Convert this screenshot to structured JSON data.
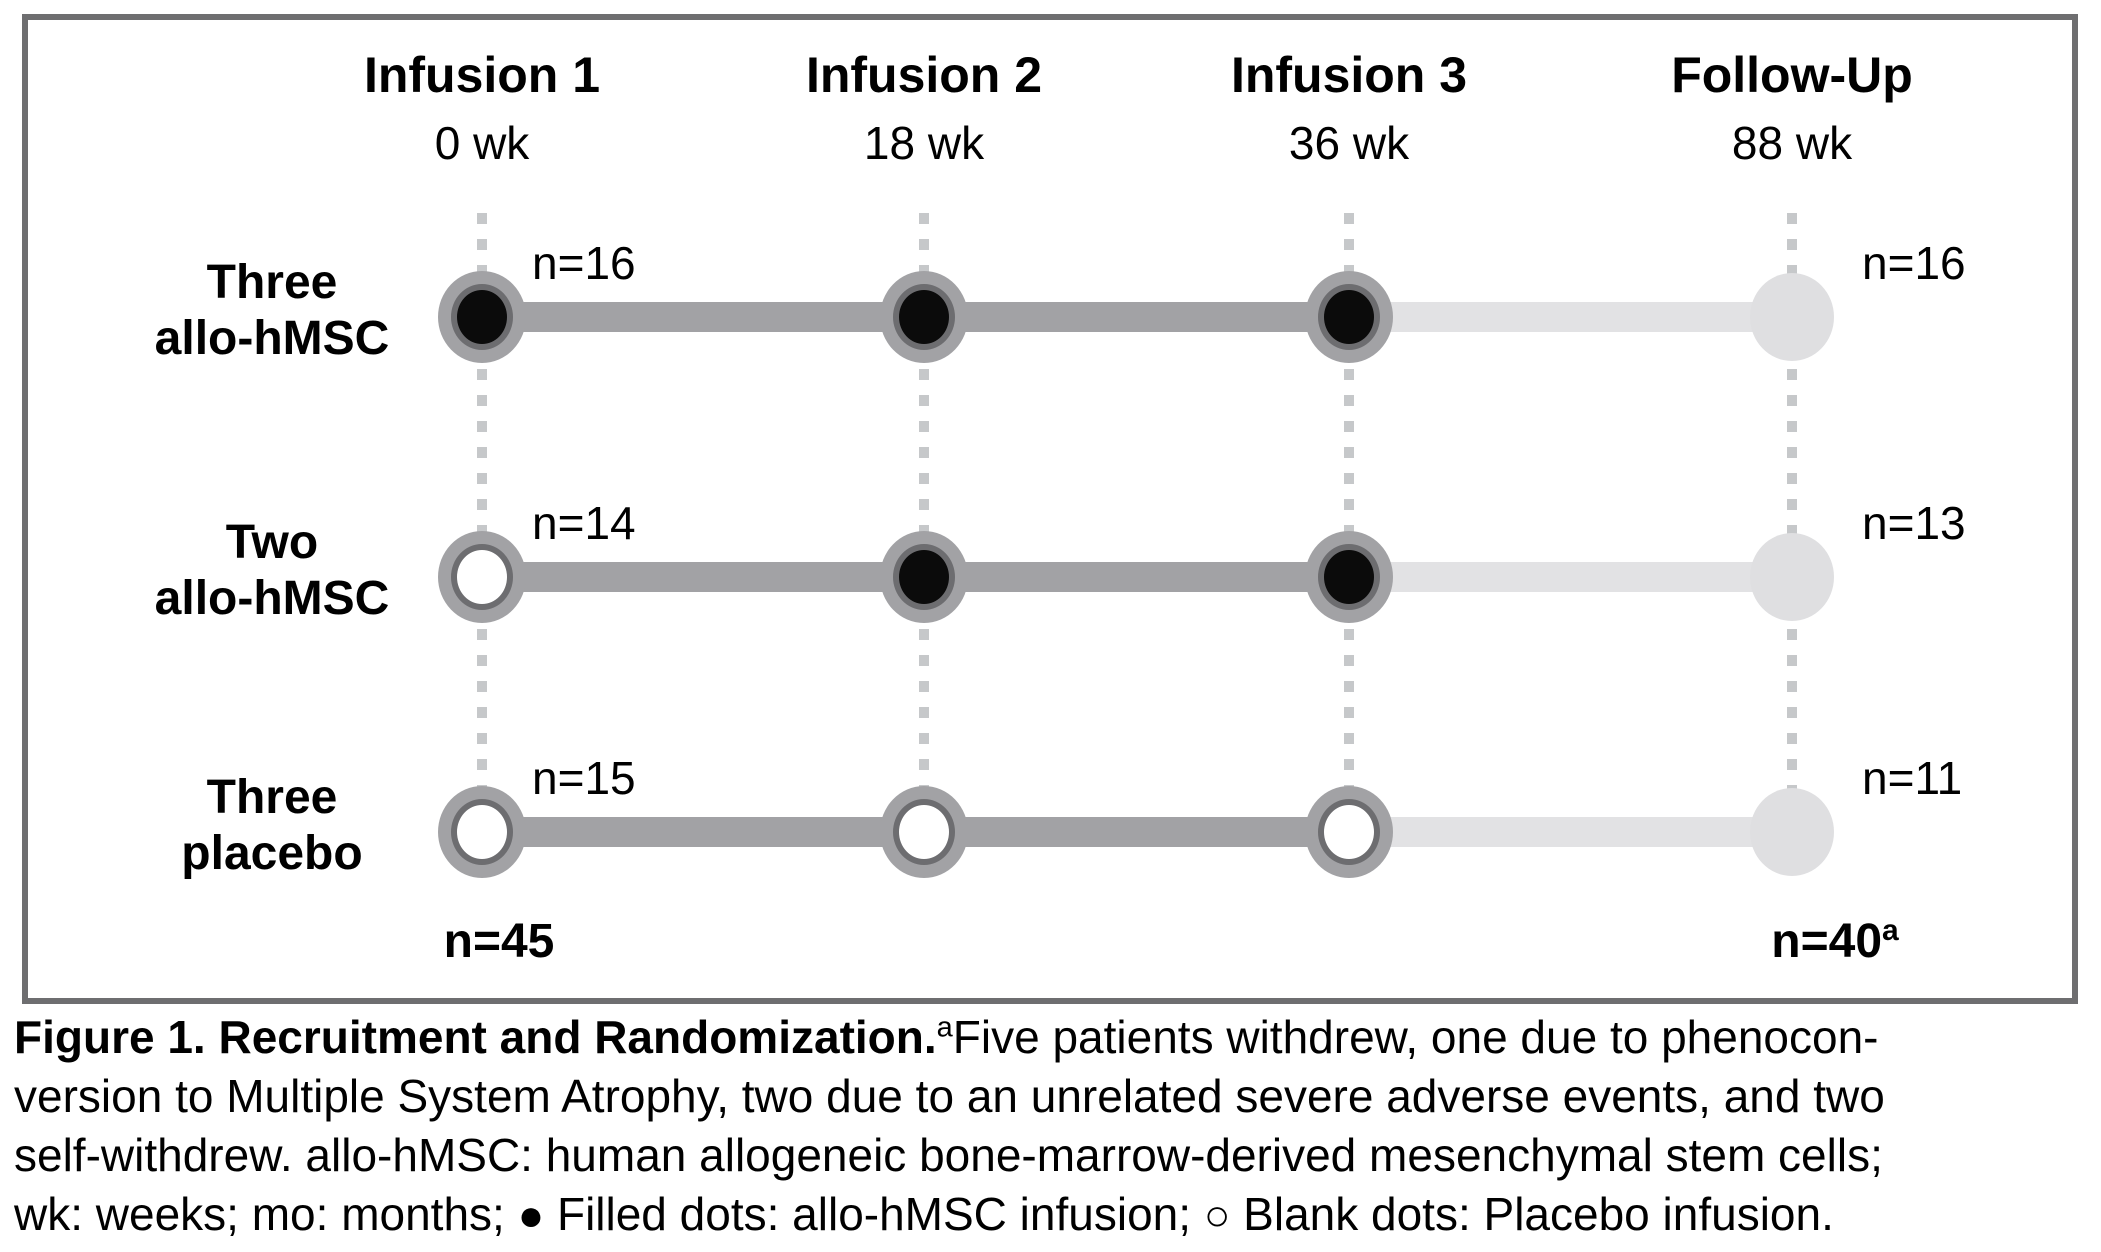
{
  "figure": {
    "columns": [
      {
        "title": "Infusion 1",
        "time": "0 wk"
      },
      {
        "title": "Infusion 2",
        "time": "18 wk"
      },
      {
        "title": "Infusion 3",
        "time": "36 wk"
      },
      {
        "title": "Follow-Up",
        "time": "88 wk"
      }
    ],
    "rows": [
      {
        "label_line1": "Three",
        "label_line2": "allo-hMSC",
        "n_start": "n=16",
        "n_end": "n=16",
        "dots": [
          "filled",
          "filled",
          "filled"
        ]
      },
      {
        "label_line1": "Two",
        "label_line2": "allo-hMSC",
        "n_start": "n=14",
        "n_end": "n=13",
        "dots": [
          "blank",
          "filled",
          "filled"
        ]
      },
      {
        "label_line1": "Three",
        "label_line2": "placebo",
        "n_start": "n=15",
        "n_end": "n=11",
        "dots": [
          "blank",
          "blank",
          "blank"
        ]
      }
    ],
    "totals": {
      "start": "n=45",
      "end": "n=40",
      "end_sup": "a"
    }
  },
  "caption": {
    "line1_bold": "Figure 1. Recruitment and Randomization.",
    "line1_sup": "a",
    "line1_rest": "Five patients withdrew, one due to phenocon-",
    "line2": "version to Multiple System Atrophy, two due to an unrelated severe adverse events, and two",
    "line3": "self-withdrew. allo-hMSC: human allogeneic bone-marrow-derived mesenchymal stem cells;",
    "line4_seg1": "wk: weeks; mo: months; ",
    "filled_icon": "●",
    "line4_seg2": " Filled dots: allo-hMSC infusion; ",
    "blank_icon": "○",
    "line4_seg3": " Blank dots: Placebo infusion."
  },
  "colors": {
    "border": "#6e6e70",
    "line-dark": "#a2a2a5",
    "line-light": "#e2e2e4",
    "followup": "#dfdfe1",
    "ring": "#6d6d70",
    "dotted": "#c6c8ca"
  }
}
